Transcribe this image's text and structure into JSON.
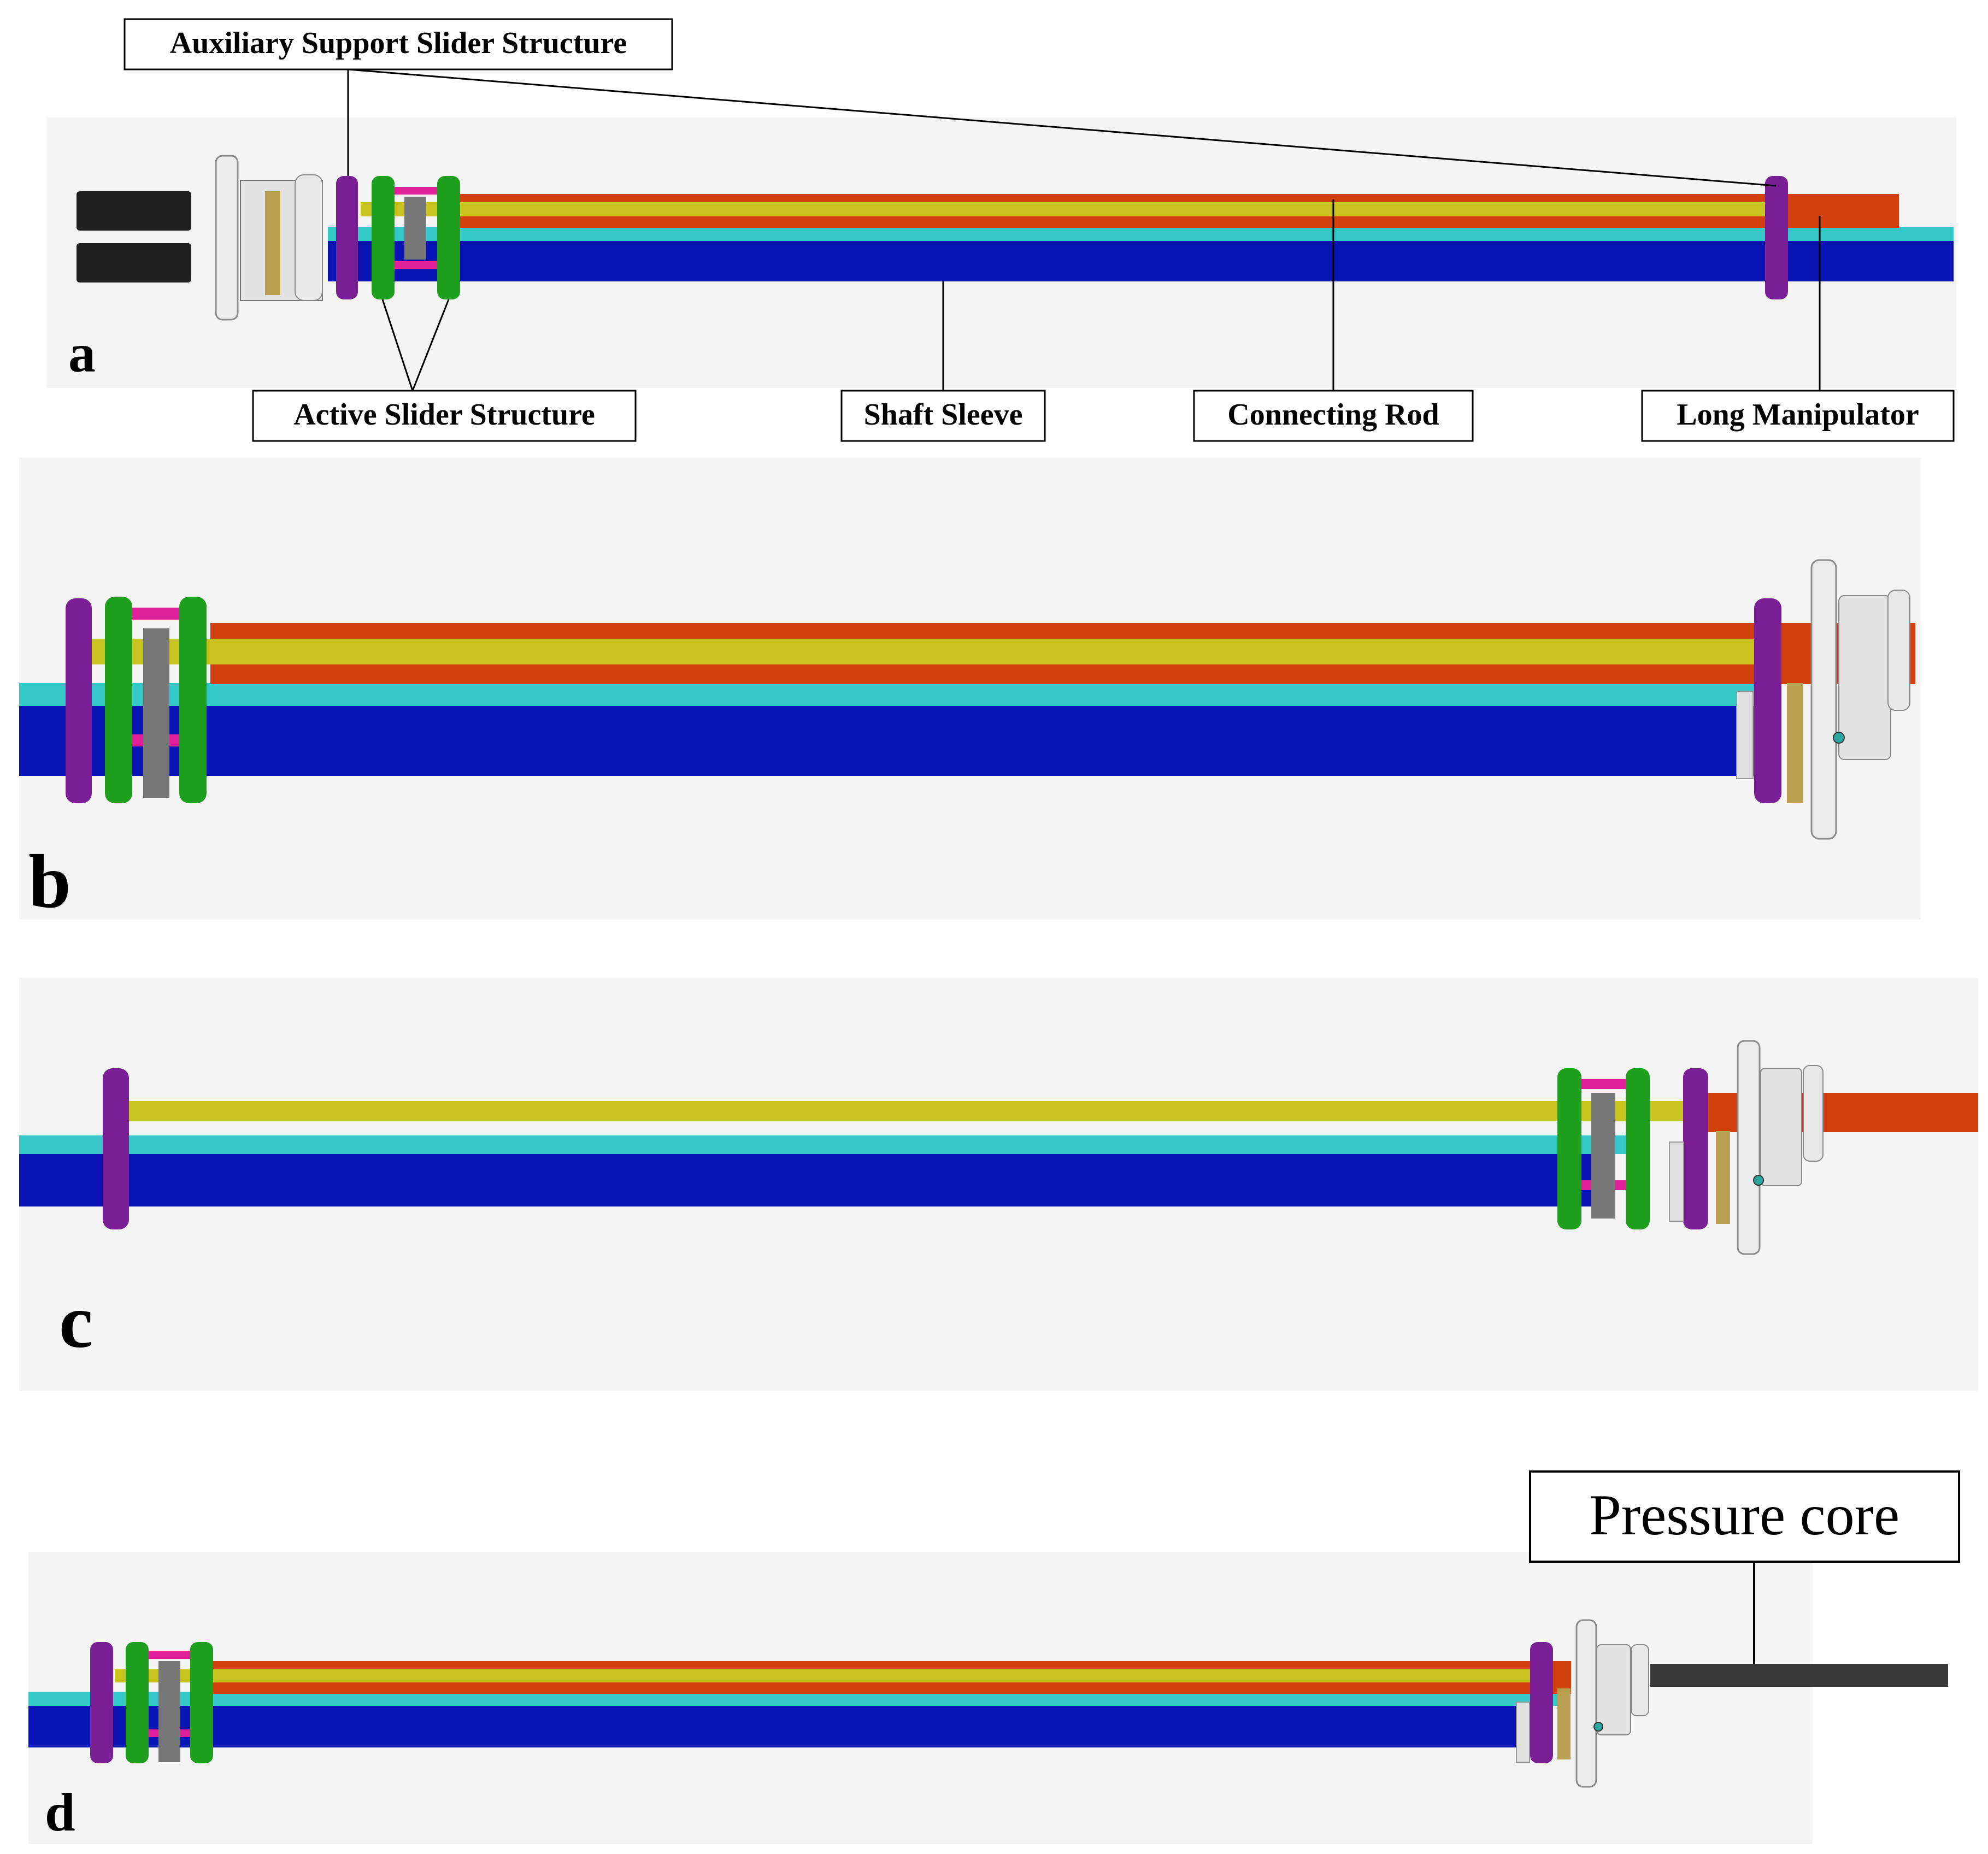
{
  "figure": {
    "panels": [
      {
        "letter": "a"
      },
      {
        "letter": "b"
      },
      {
        "letter": "c"
      },
      {
        "letter": "d"
      }
    ],
    "labels": {
      "auxiliary": "Auxiliary Support Slider Structure",
      "active": "Active Slider Structure",
      "shaft_sleeve": "Shaft Sleeve",
      "connecting_rod": "Connecting Rod",
      "long_manipulator": "Long Manipulator",
      "pressure_core": "Pressure core"
    },
    "colors": {
      "shaft_sleeve": "#0a14b4",
      "cyan_rail": "#35c8c8",
      "connecting_rod_red": "#d2400f",
      "connecting_rod_yellow": "#c8c31e",
      "auxiliary_slider": "#7a1f96",
      "active_slider": "#1ea01e",
      "active_link": "#e0209a",
      "pressure_core": "#3a3a3a",
      "motor": "#1e1e1e",
      "panel_bg": "#f4f4f4"
    }
  }
}
